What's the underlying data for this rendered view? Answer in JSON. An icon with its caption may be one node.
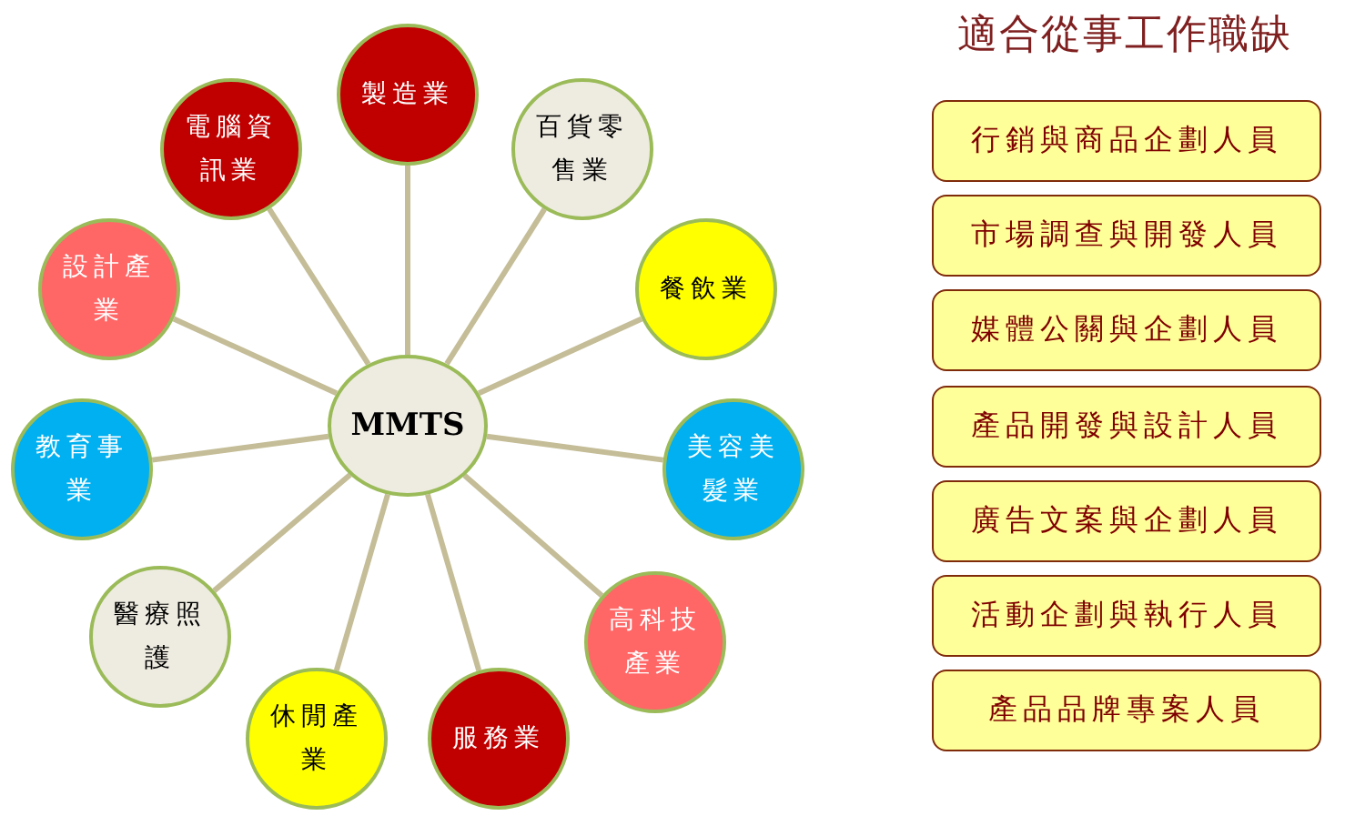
{
  "diagram": {
    "title": "適合從事工作職缺",
    "nodes": [
      {
        "text": [
          "MMTS"
        ]
      },
      {
        "text": [
          "製造業"
        ]
      },
      {
        "text": [
          "百貨零售業"
        ]
      },
      {
        "text": [
          "餐飲業"
        ]
      },
      {
        "text": [
          "美容美髮業"
        ]
      },
      {
        "text": [
          "高科技產業"
        ]
      },
      {
        "text": [
          "服務業"
        ]
      },
      {
        "text": [
          "休閒產業"
        ]
      },
      {
        "text": [
          "醫療照護"
        ]
      },
      {
        "text": [
          "教育事業"
        ]
      },
      {
        "text": [
          "設計產業"
        ]
      },
      {
        "text": [
          "電腦資訊業"
        ]
      },
      {
        "text": [
          "行銷與商品企劃人員"
        ]
      },
      {
        "text": [
          "市場調查與開發人員"
        ]
      },
      {
        "text": [
          "媒體公關與企劃人員"
        ]
      },
      {
        "text": [
          "產品開發與設計人員"
        ]
      },
      {
        "text": [
          "廣告文案與企劃人員"
        ]
      },
      {
        "text": [
          "活動企劃與執行人員"
        ]
      },
      {
        "text": [
          "產品品牌專案人員"
        ]
      }
    ],
    "edges": [
      {
        "from": 0,
        "to": 1,
        "arrow": "none"
      },
      {
        "from": 0,
        "to": 2,
        "arrow": "none"
      },
      {
        "from": 0,
        "to": 3,
        "arrow": "none"
      },
      {
        "from": 0,
        "to": 4,
        "arrow": "none"
      },
      {
        "from": 0,
        "to": 5,
        "arrow": "none"
      },
      {
        "from": 0,
        "to": 6,
        "arrow": "none"
      },
      {
        "from": 0,
        "to": 7,
        "arrow": "none"
      },
      {
        "from": 0,
        "to": 8,
        "arrow": "none"
      },
      {
        "from": 0,
        "to": 9,
        "arrow": "none"
      },
      {
        "from": 0,
        "to": 10,
        "arrow": "none"
      },
      {
        "from": 0,
        "to": 11,
        "arrow": "none"
      }
    ]
  }
}
